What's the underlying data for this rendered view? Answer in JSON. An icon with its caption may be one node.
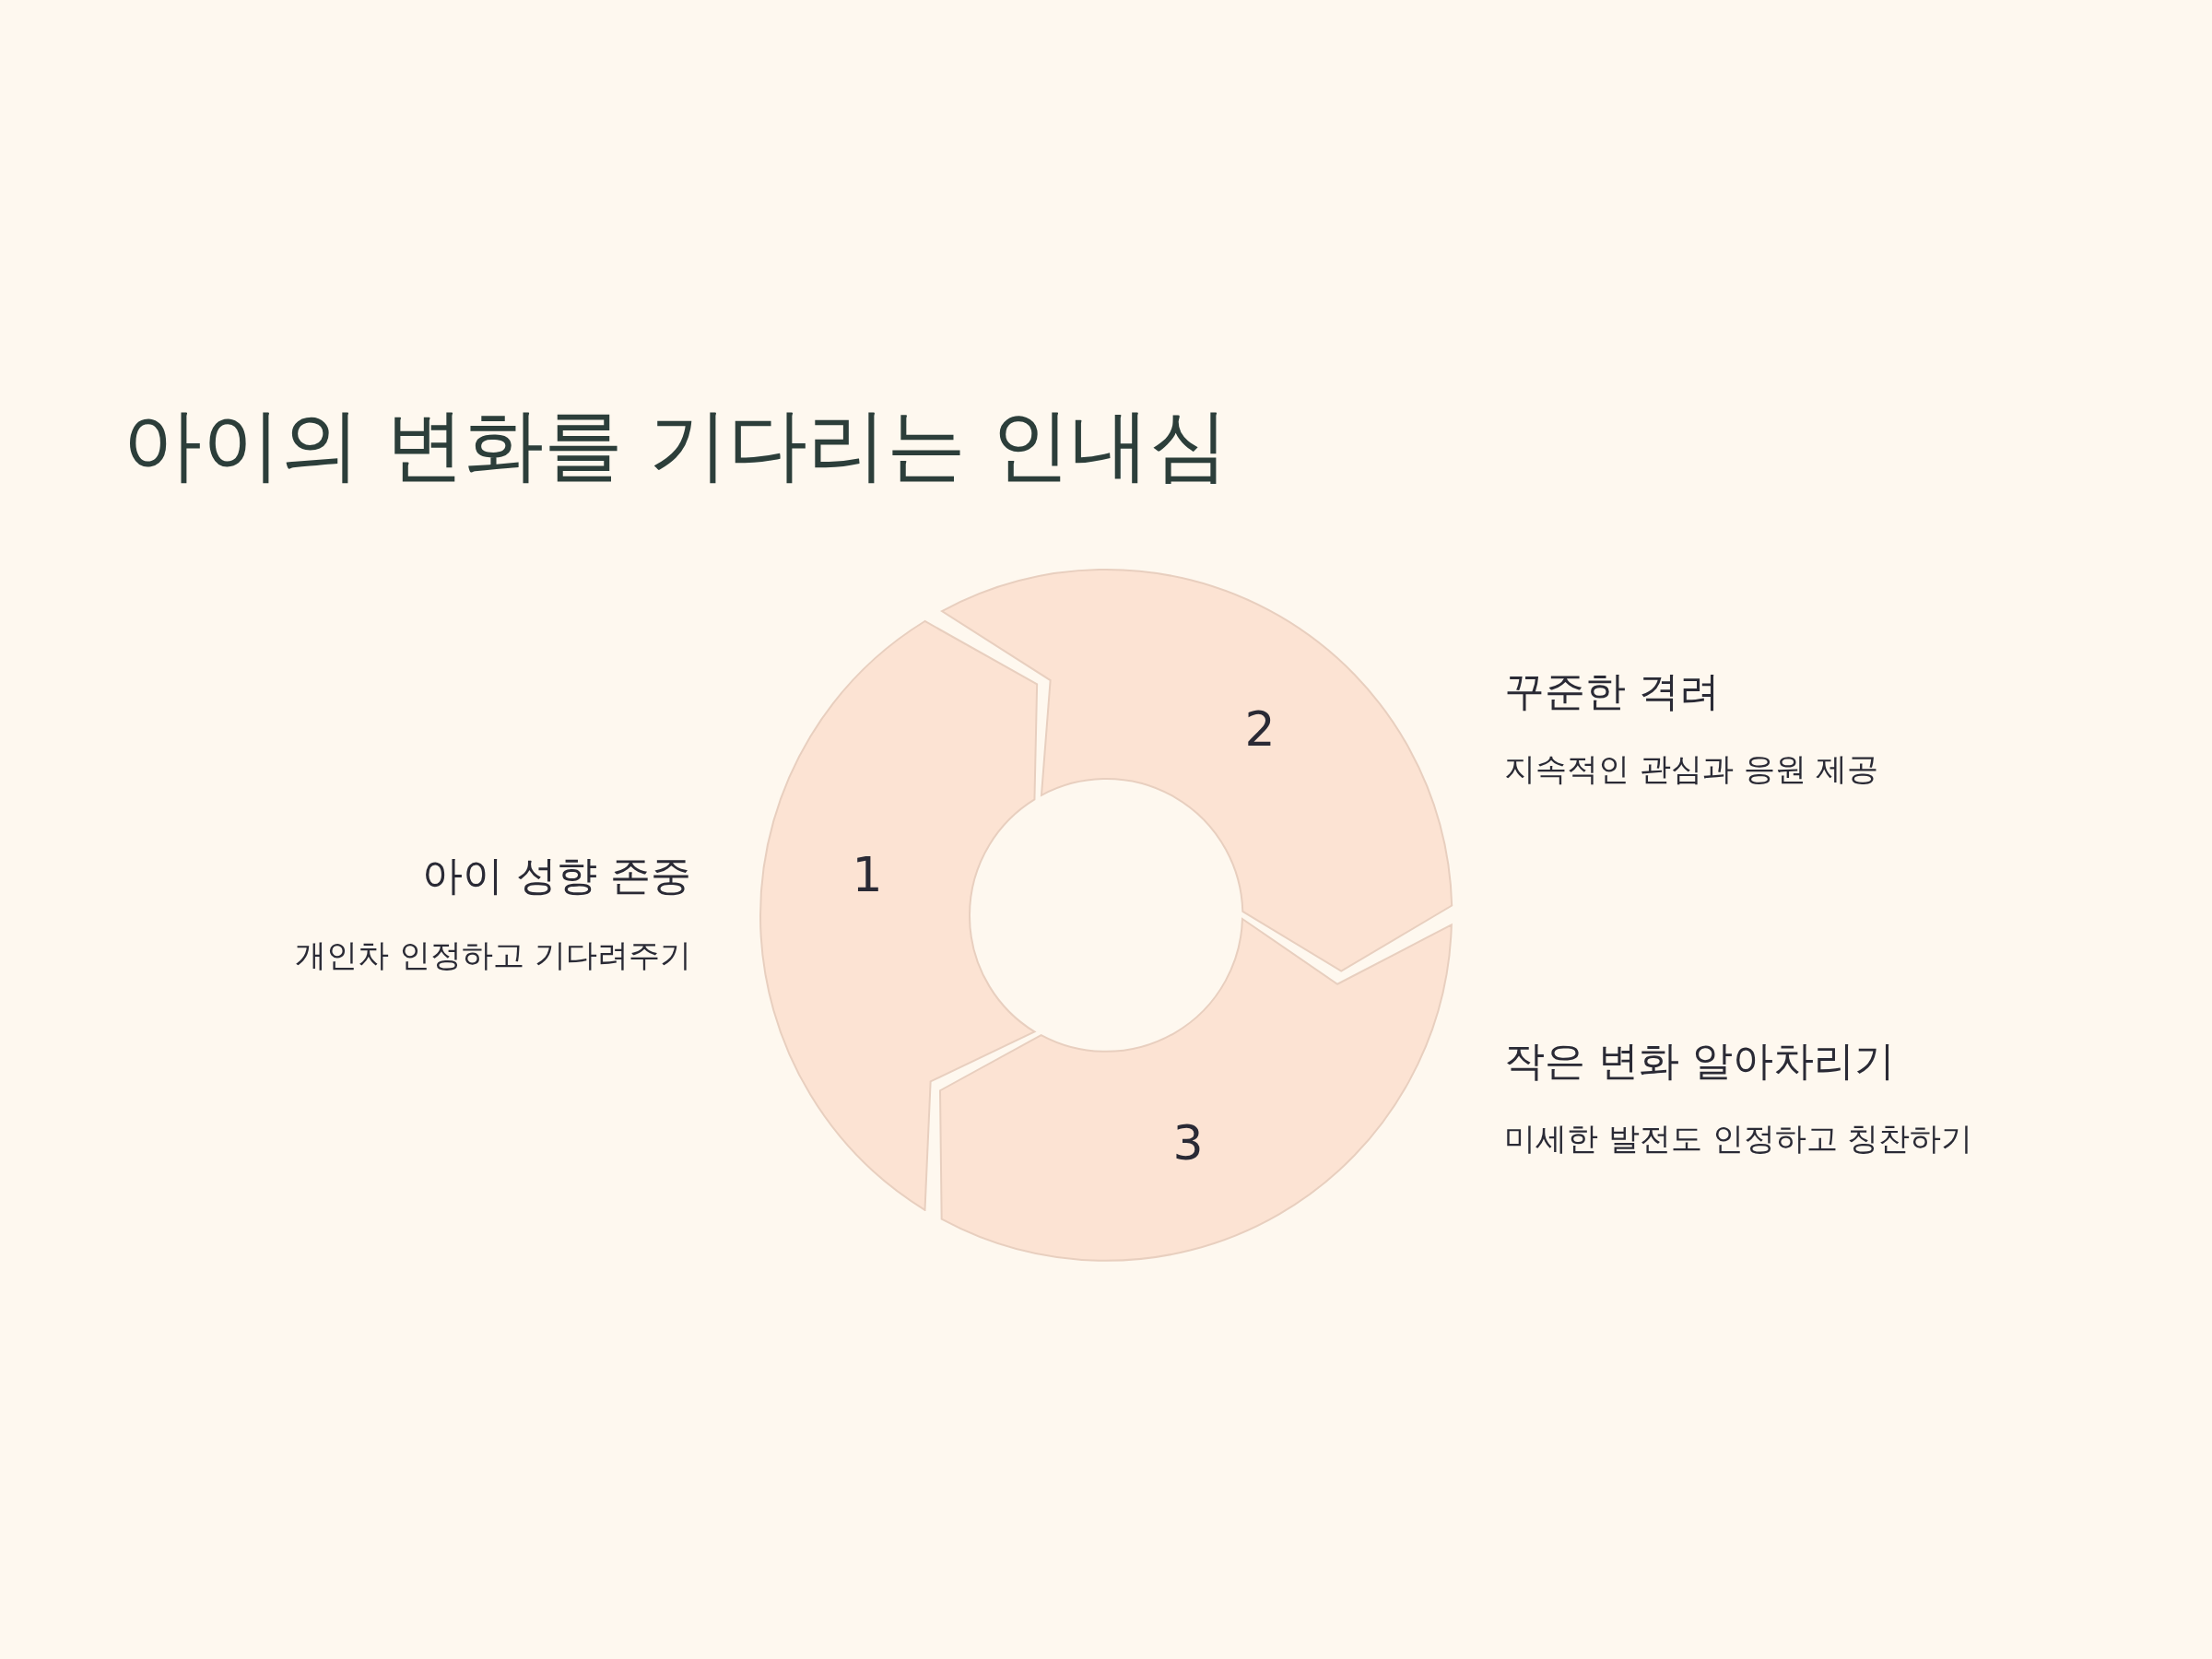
{
  "diagram": {
    "title": "아이의 변화를 기다리는 인내심",
    "nodes": [
      {
        "text": [
          "1"
        ],
        "beside": [
          "아이 성향 존중",
          "개인차 인정하고 기다려주기"
        ]
      },
      {
        "text": [
          "2"
        ],
        "beside": [
          "꾸준한 격려",
          "지속적인 관심과 응원 제공"
        ]
      },
      {
        "text": [
          "3"
        ],
        "beside": [
          "작은 변화 알아차리기",
          "미세한 발전도 인정하고 칭찬하기"
        ]
      }
    ]
  }
}
